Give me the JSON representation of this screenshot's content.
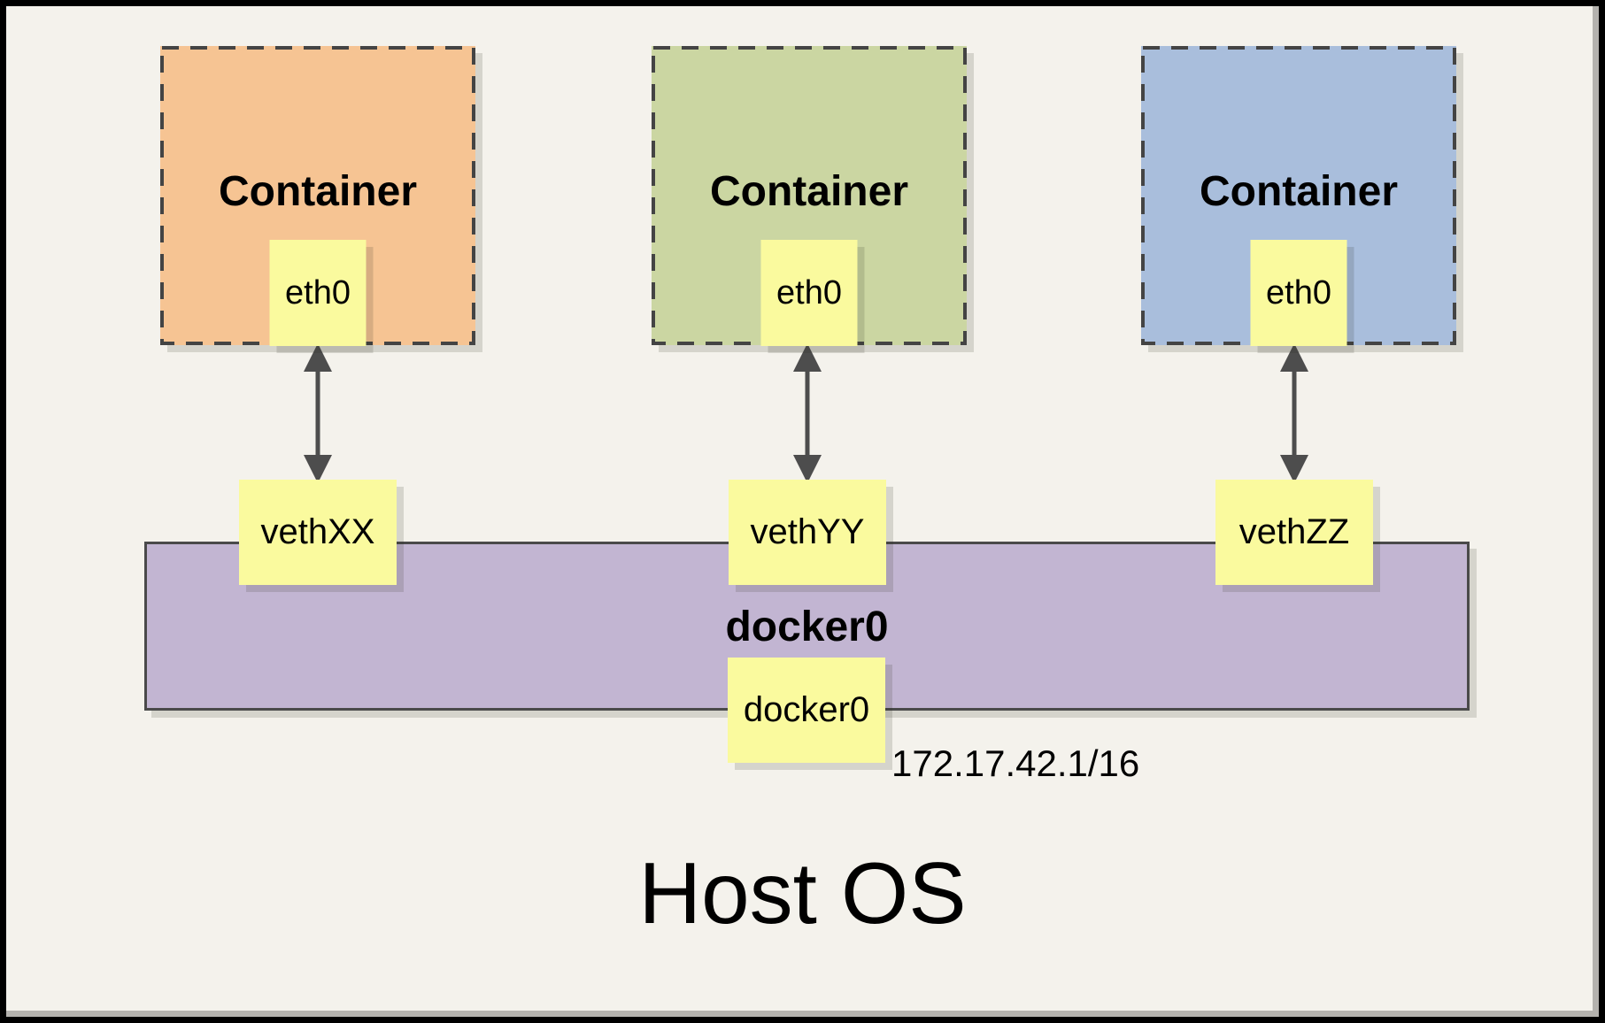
{
  "diagram": {
    "containers": [
      {
        "title": "Container",
        "interface_label": "eth0",
        "fill": "#F6C493"
      },
      {
        "title": "Container",
        "interface_label": "eth0",
        "fill": "#CBD6A2"
      },
      {
        "title": "Container",
        "interface_label": "eth0",
        "fill": "#A9BEDC"
      }
    ],
    "veth_endpoints": [
      {
        "label": "vethXX"
      },
      {
        "label": "vethYY"
      },
      {
        "label": "vethZZ"
      }
    ],
    "bridge": {
      "title": "docker0",
      "interface_label": "docker0",
      "ip_address": "172.17.42.1/16",
      "fill": "#C2B5D2"
    },
    "host_os_label": "Host OS",
    "colors": {
      "page_background": "#F4F2EC",
      "frame_border": "#000000",
      "note_yellow": "#FAFA9E",
      "dashed_border": "#444444",
      "arrow_gray": "#4D4D4D"
    }
  }
}
